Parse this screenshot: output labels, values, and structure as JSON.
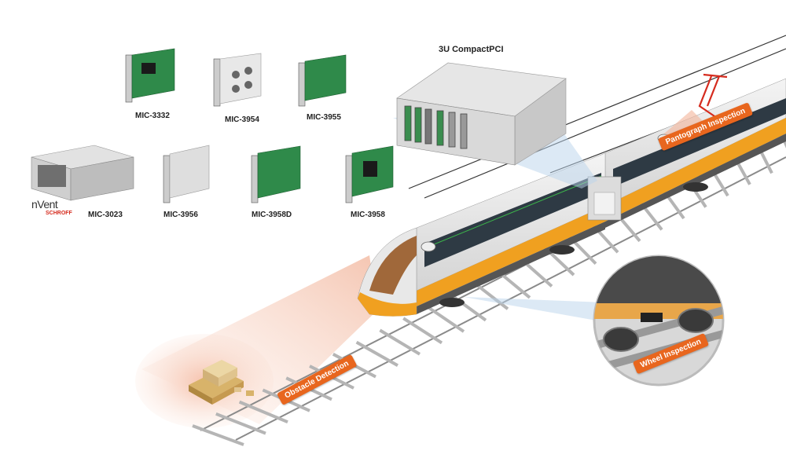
{
  "cards": [
    {
      "id": "3332",
      "label": "MIC-3332"
    },
    {
      "id": "3954",
      "label": "MIC-3954"
    },
    {
      "id": "3955",
      "label": "MIC-3955"
    },
    {
      "id": "3023",
      "label": "MIC-3023"
    },
    {
      "id": "3956",
      "label": "MIC-3956"
    },
    {
      "id": "3958d",
      "label": "MIC-3958D"
    },
    {
      "id": "3958",
      "label": "MIC-3958"
    }
  ],
  "chassis_title": "3U CompactPCI",
  "logo": {
    "brand": "nVent",
    "sub": "SCHROFF"
  },
  "inspections": {
    "pantograph": "Pantograph Inspection",
    "obstacle": "Obstacle Detection",
    "wheel": "Wheel Inspection"
  },
  "colors": {
    "accent": "#e8661e",
    "train_stripe": "#f0a020",
    "pcb": "#2f8a4a",
    "glow": "#f7c7b0",
    "beam": "#b9d4ec"
  }
}
